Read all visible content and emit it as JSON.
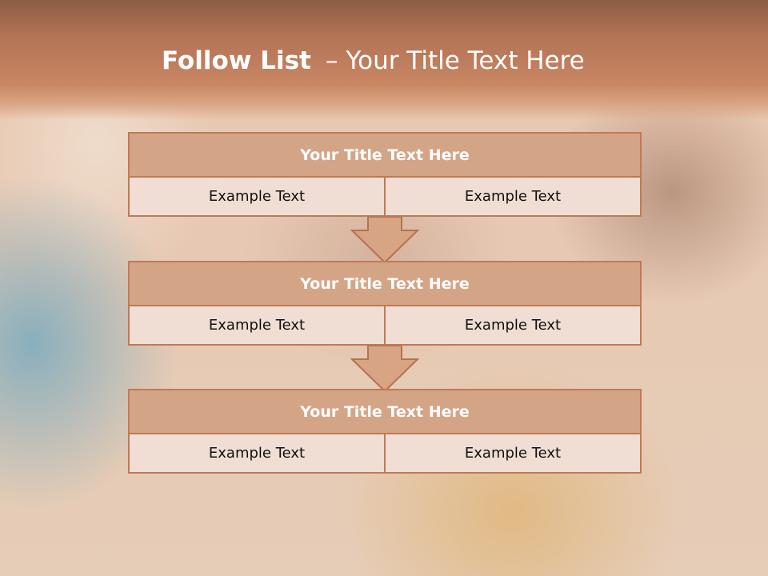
{
  "slide": {
    "title_bold": "Follow List",
    "title_dash": "–",
    "title_rest": "Your Title Text Here"
  },
  "blocks": [
    {
      "title": "Your Title Text Here",
      "cells": [
        "Example Text",
        "Example Text"
      ]
    },
    {
      "title": "Your Title Text Here",
      "cells": [
        "Example Text",
        "Example Text"
      ]
    },
    {
      "title": "Your Title Text Here",
      "cells": [
        "Example Text",
        "Example Text"
      ]
    }
  ],
  "colors": {
    "header": "#c88663",
    "box_title_fill": "#d4a487",
    "box_cell_fill": "#f0ddd3",
    "border": "#c07a56",
    "arrow_fill": "#d7a584"
  },
  "icons": [
    "down-arrow-icon",
    "down-arrow-icon"
  ]
}
